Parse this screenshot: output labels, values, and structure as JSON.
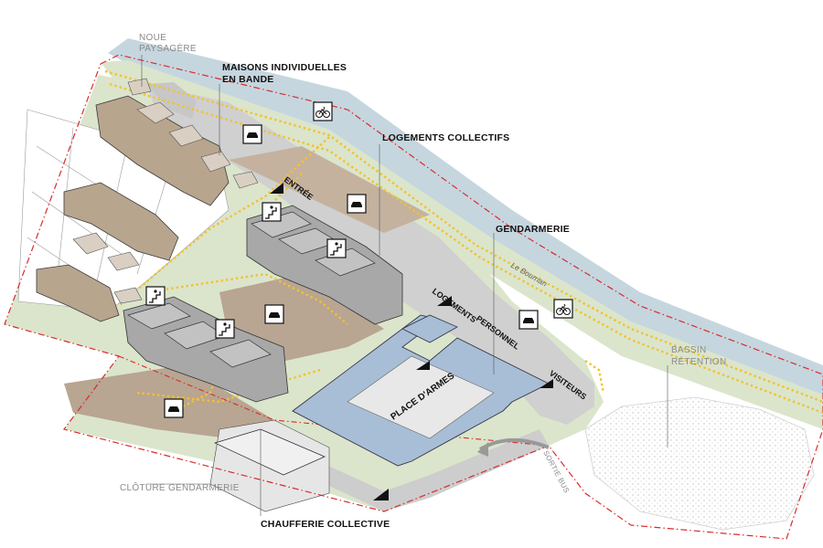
{
  "labels": {
    "noue": [
      "NOUE",
      "PAYSAGÈRE"
    ],
    "maisons": [
      "MAISONS INDIVIDUELLES",
      "EN BANDE"
    ],
    "logements_collectifs": "LOGEMENTS COLLECTIFS",
    "gendarmerie": "GENDARMERIE",
    "bassin": [
      "BASSIN",
      "RÉTENTION"
    ],
    "cloture": "CLÔTURE GENDARMERIE",
    "chaufferie": "CHAUFFERIE COLLECTIVE",
    "place_armes": "PLACE D'ARMES",
    "entree": "ENTRÉE",
    "logements_personnel": "LOGEMENTS",
    "personnel": "PERSONNEL",
    "visiteurs": "VISITEURS",
    "sortie_bus": "SORTIE BUS",
    "river": "Le Bourrian"
  },
  "icons": {
    "bike": "bicycle-icon",
    "car": "car-icon",
    "stairs": "stairs-walker-icon"
  },
  "colors": {
    "river": "#c5d6df",
    "grass": "#dbe5cc",
    "road": "#d0d0d0",
    "gendarmerie_roof": "#a8bed6",
    "houses": "#b8a58e",
    "collective": "#a8a8a8",
    "boundary": "#d92b2b",
    "path": "#f2c230"
  }
}
